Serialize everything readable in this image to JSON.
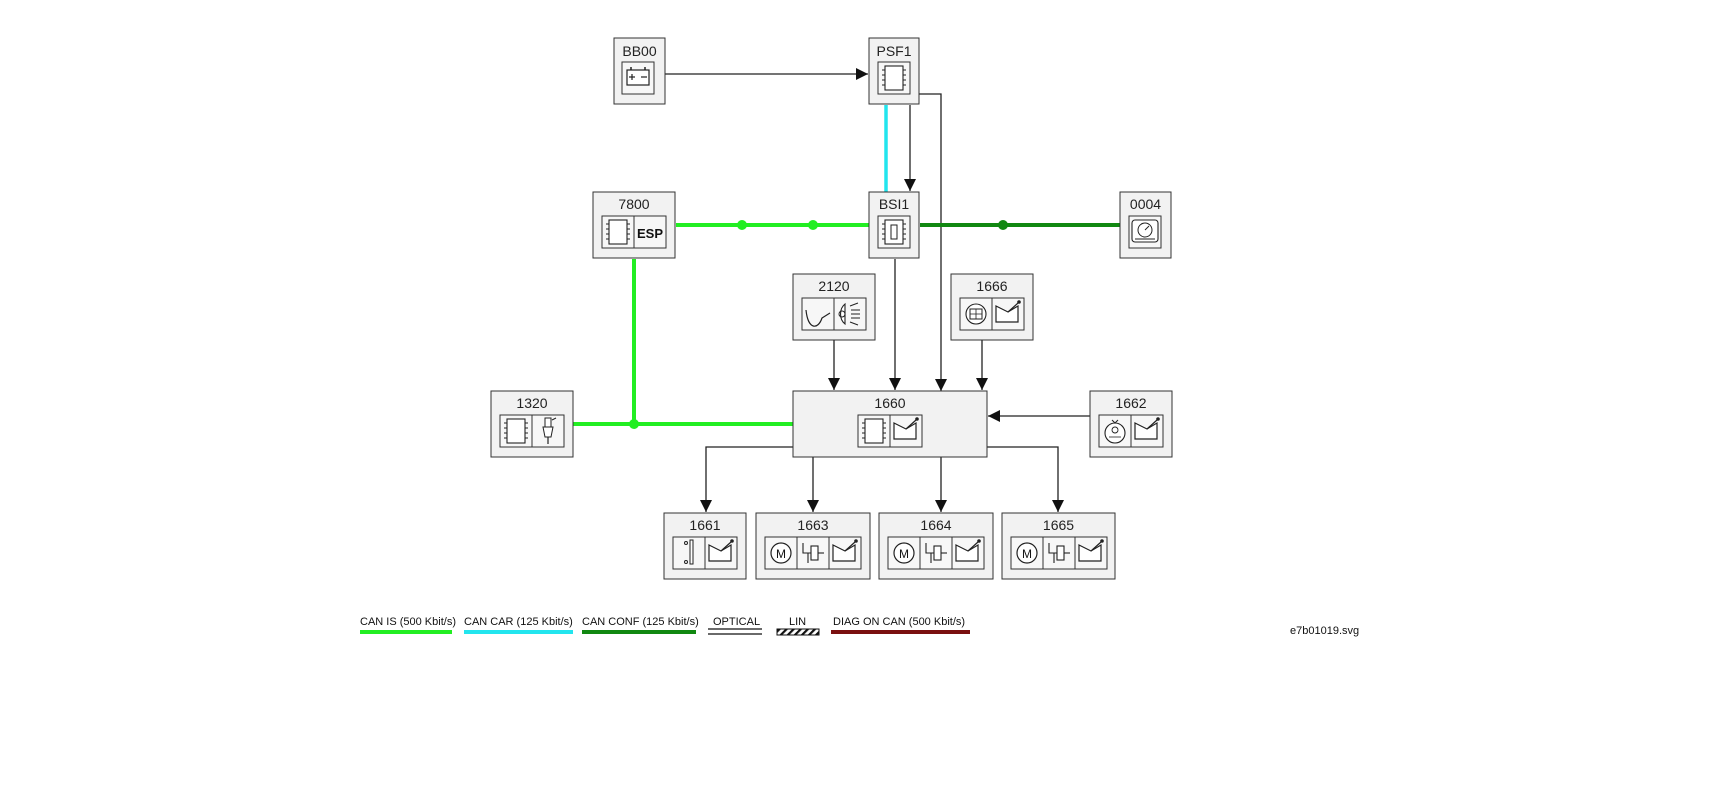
{
  "colors": {
    "can_is": "#22ee22",
    "can_car": "#22e5ee",
    "can_conf": "#118811",
    "diag": "#7a1010",
    "signal": "#222222"
  },
  "nodes": {
    "BB00": {
      "label": "BB00",
      "icons": [
        "battery-icon"
      ]
    },
    "PSF1": {
      "label": "PSF1",
      "icons": [
        "ecu-chip-icon"
      ]
    },
    "7800": {
      "label": "7800",
      "icons": [
        "ecu-chip-icon",
        "esp-icon"
      ],
      "esp_text": "ESP"
    },
    "BSI1": {
      "label": "BSI1",
      "icons": [
        "fuse-box-icon"
      ]
    },
    "0004": {
      "label": "0004",
      "icons": [
        "instrument-cluster-icon"
      ]
    },
    "2120": {
      "label": "2120",
      "icons": [
        "steering-column-icon",
        "headlamp-icon"
      ]
    },
    "1666": {
      "label": "1666",
      "icons": [
        "sensor-icon",
        "headlamp-beam-icon"
      ]
    },
    "1320": {
      "label": "1320",
      "icons": [
        "ecu-chip-icon",
        "injector-icon"
      ]
    },
    "1660": {
      "label": "1660",
      "icons": [
        "ecu-chip-icon",
        "headlamp-beam-icon"
      ]
    },
    "1662": {
      "label": "1662",
      "icons": [
        "height-sensor-icon",
        "headlamp-beam-icon"
      ]
    },
    "1661": {
      "label": "1661",
      "icons": [
        "switch-icon",
        "headlamp-beam-icon"
      ]
    },
    "1663": {
      "label": "1663",
      "icons": [
        "motor-icon",
        "actuator-icon",
        "headlamp-beam-icon"
      ]
    },
    "1664": {
      "label": "1664",
      "icons": [
        "motor-icon",
        "actuator-icon",
        "headlamp-beam-icon"
      ]
    },
    "1665": {
      "label": "1665",
      "icons": [
        "motor-icon",
        "actuator-icon",
        "headlamp-beam-icon"
      ]
    }
  },
  "connections": [
    {
      "from": "BB00",
      "to": "PSF1",
      "type": "wire"
    },
    {
      "from": "PSF1",
      "to": "BSI1",
      "type": "wire"
    },
    {
      "from": "PSF1",
      "to": "BSI1",
      "type": "can_car"
    },
    {
      "from": "PSF1",
      "to": "1660",
      "type": "wire"
    },
    {
      "from": "7800",
      "to": "BSI1",
      "type": "can_is"
    },
    {
      "from": "BSI1",
      "to": "0004",
      "type": "can_conf"
    },
    {
      "from": "7800",
      "to": "1660",
      "type": "can_is"
    },
    {
      "from": "1320",
      "to": "1660",
      "type": "can_is"
    },
    {
      "from": "BSI1",
      "to": "1660",
      "type": "wire"
    },
    {
      "from": "2120",
      "to": "1660",
      "type": "wire"
    },
    {
      "from": "1666",
      "to": "1660",
      "type": "wire"
    },
    {
      "from": "1662",
      "to": "1660",
      "type": "wire"
    },
    {
      "from": "1660",
      "to": "1661",
      "type": "wire"
    },
    {
      "from": "1660",
      "to": "1663",
      "type": "wire"
    },
    {
      "from": "1660",
      "to": "1664",
      "type": "wire"
    },
    {
      "from": "1660",
      "to": "1665",
      "type": "wire"
    }
  ],
  "legend": [
    {
      "label": "CAN IS (500 Kbit/s)",
      "style": "can_is"
    },
    {
      "label": "CAN CAR (125 Kbit/s)",
      "style": "can_car"
    },
    {
      "label": "CAN CONF (125 Kbit/s)",
      "style": "can_conf"
    },
    {
      "label": "OPTICAL",
      "style": "optical"
    },
    {
      "label": "LIN",
      "style": "lin"
    },
    {
      "label": "DIAG ON CAN (500 Kbit/s)",
      "style": "diag"
    }
  ],
  "filename": "e7b01019.svg"
}
